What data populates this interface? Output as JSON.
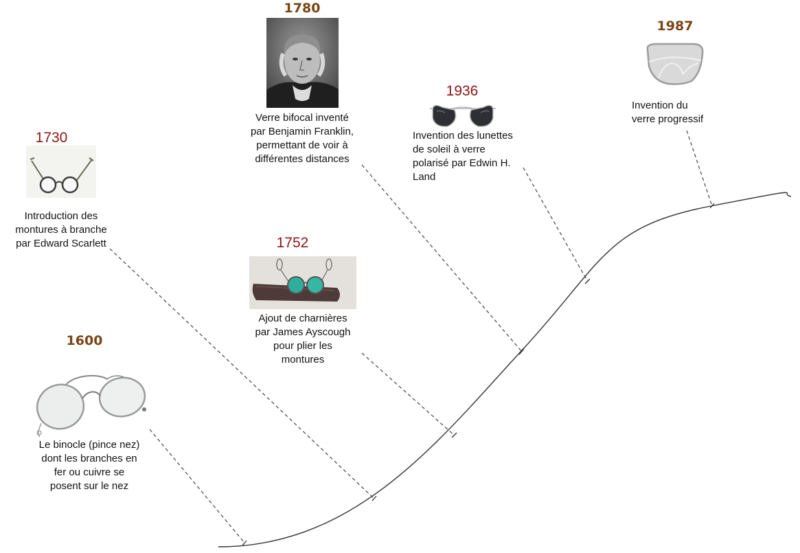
{
  "events": [
    {
      "year": "1600",
      "caption": [
        "Le binocle (pince nez)",
        "dont les branches en",
        "fer ou cuivre se",
        "posent sur le nez"
      ],
      "image": "pince-nez-icon"
    },
    {
      "year": "1730",
      "caption": [
        "Introduction des",
        "montures à branche",
        "par Edward Scarlett"
      ],
      "image": "temple-spectacles-icon"
    },
    {
      "year": "1752",
      "caption": [
        "Ajout de charnières",
        "par James Ayscough",
        "pour plier les",
        "montures"
      ],
      "image": "hinged-spectacles-case-icon"
    },
    {
      "year": "1780",
      "caption": [
        "Verre bifocal inventé",
        "par Benjamin Franklin,",
        "permettant de voir à",
        "différentes distances"
      ],
      "image": "benjamin-franklin-portrait"
    },
    {
      "year": "1936",
      "caption": [
        "Invention des lunettes",
        "de soleil à verre",
        "polarisé par Edwin H.",
        "Land"
      ],
      "image": "aviator-sunglasses-icon"
    },
    {
      "year": "1987",
      "caption": [
        "Invention du",
        "verre progressif"
      ],
      "image": "progressive-lens-icon"
    }
  ],
  "colors": {
    "year_bold": "#7a4414",
    "year_plain": "#8e1414",
    "curve": "#333333"
  }
}
